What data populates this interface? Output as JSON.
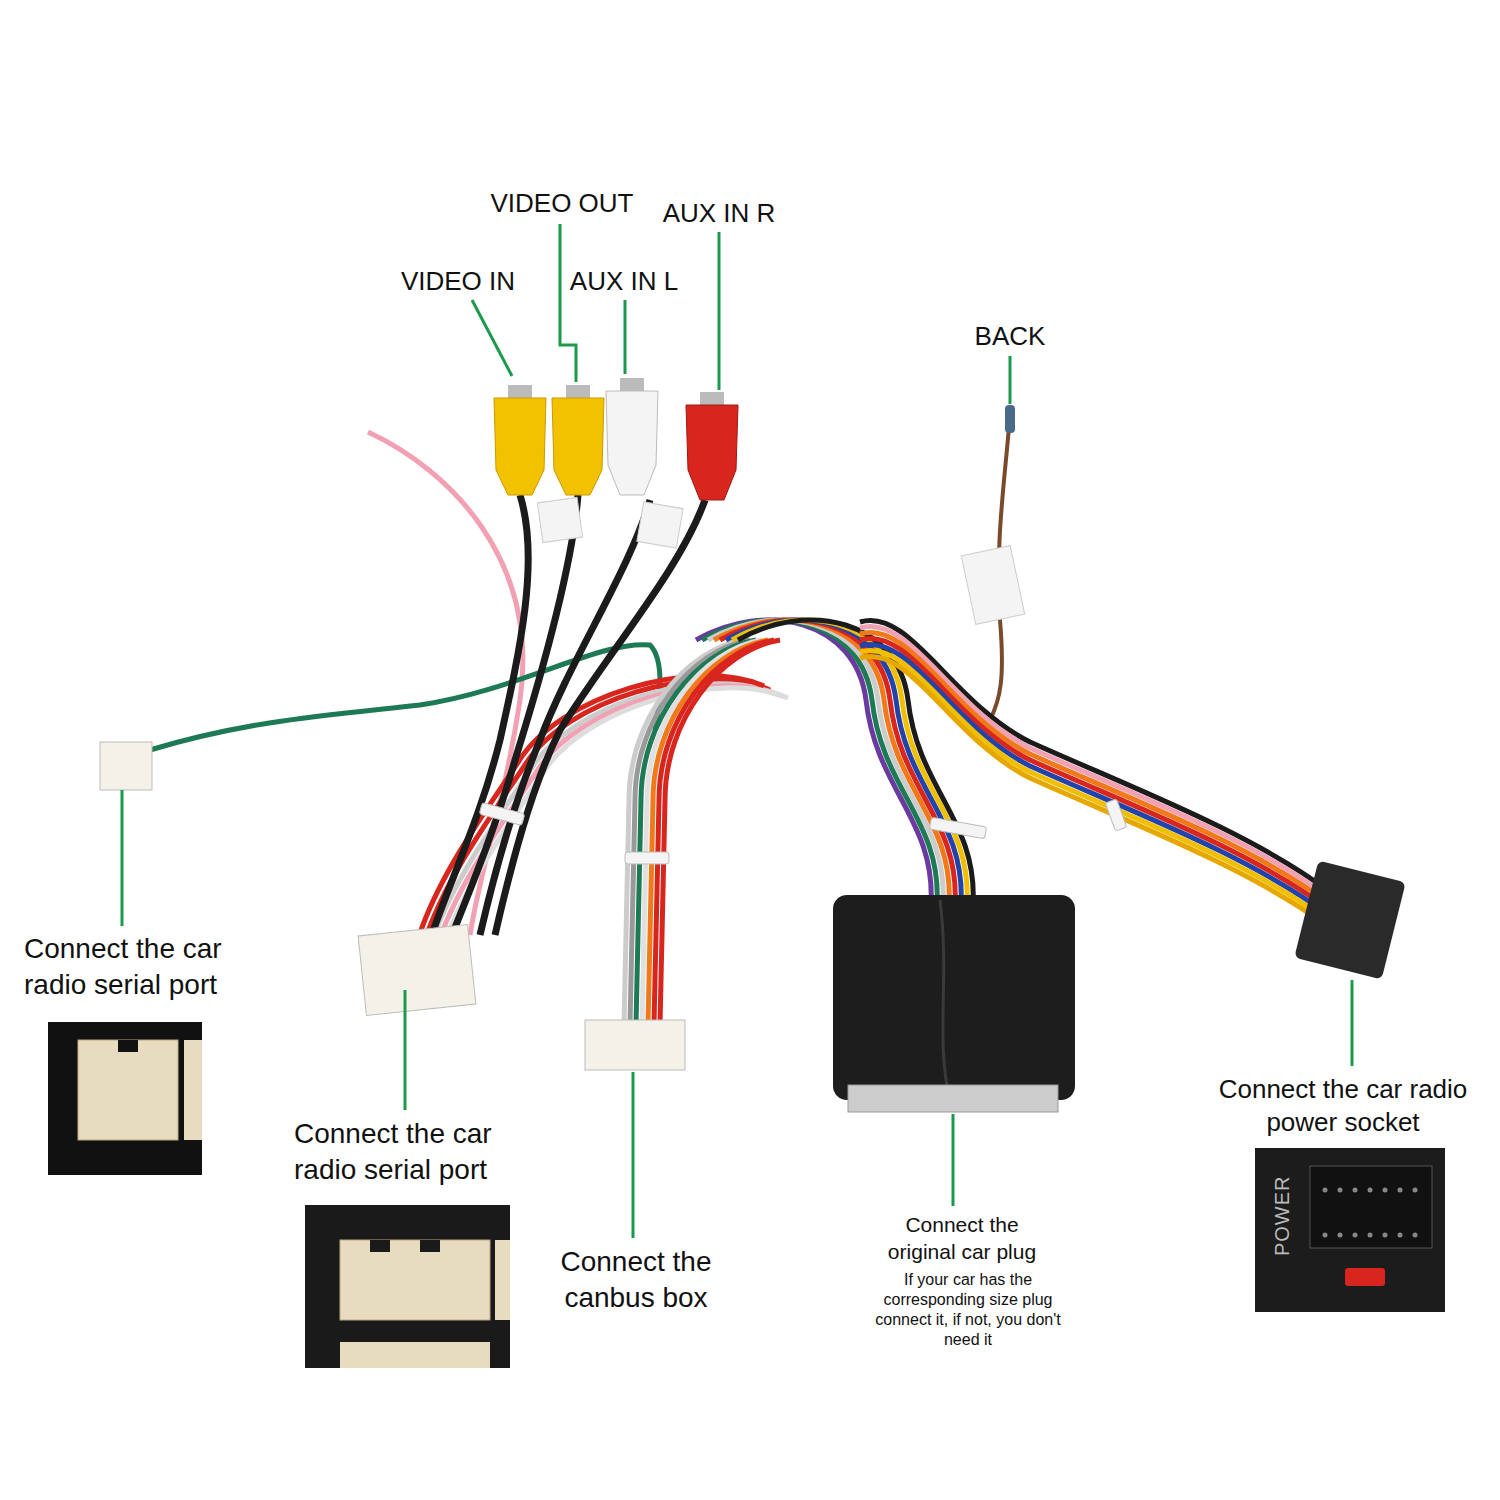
{
  "diagram": {
    "labels": [
      "VIDEO IN",
      "VIDEO OUT",
      "AUX IN L",
      "AUX IN R",
      "BACK",
      "Connect the car radio serial port",
      "Connect the car radio serial port",
      "Connect the canbus box",
      "Connect the original car plug",
      "If your car has the corresponding size plug connect it, if not, you don't need it",
      "Connect the car radio power socket",
      "POWER"
    ]
  }
}
